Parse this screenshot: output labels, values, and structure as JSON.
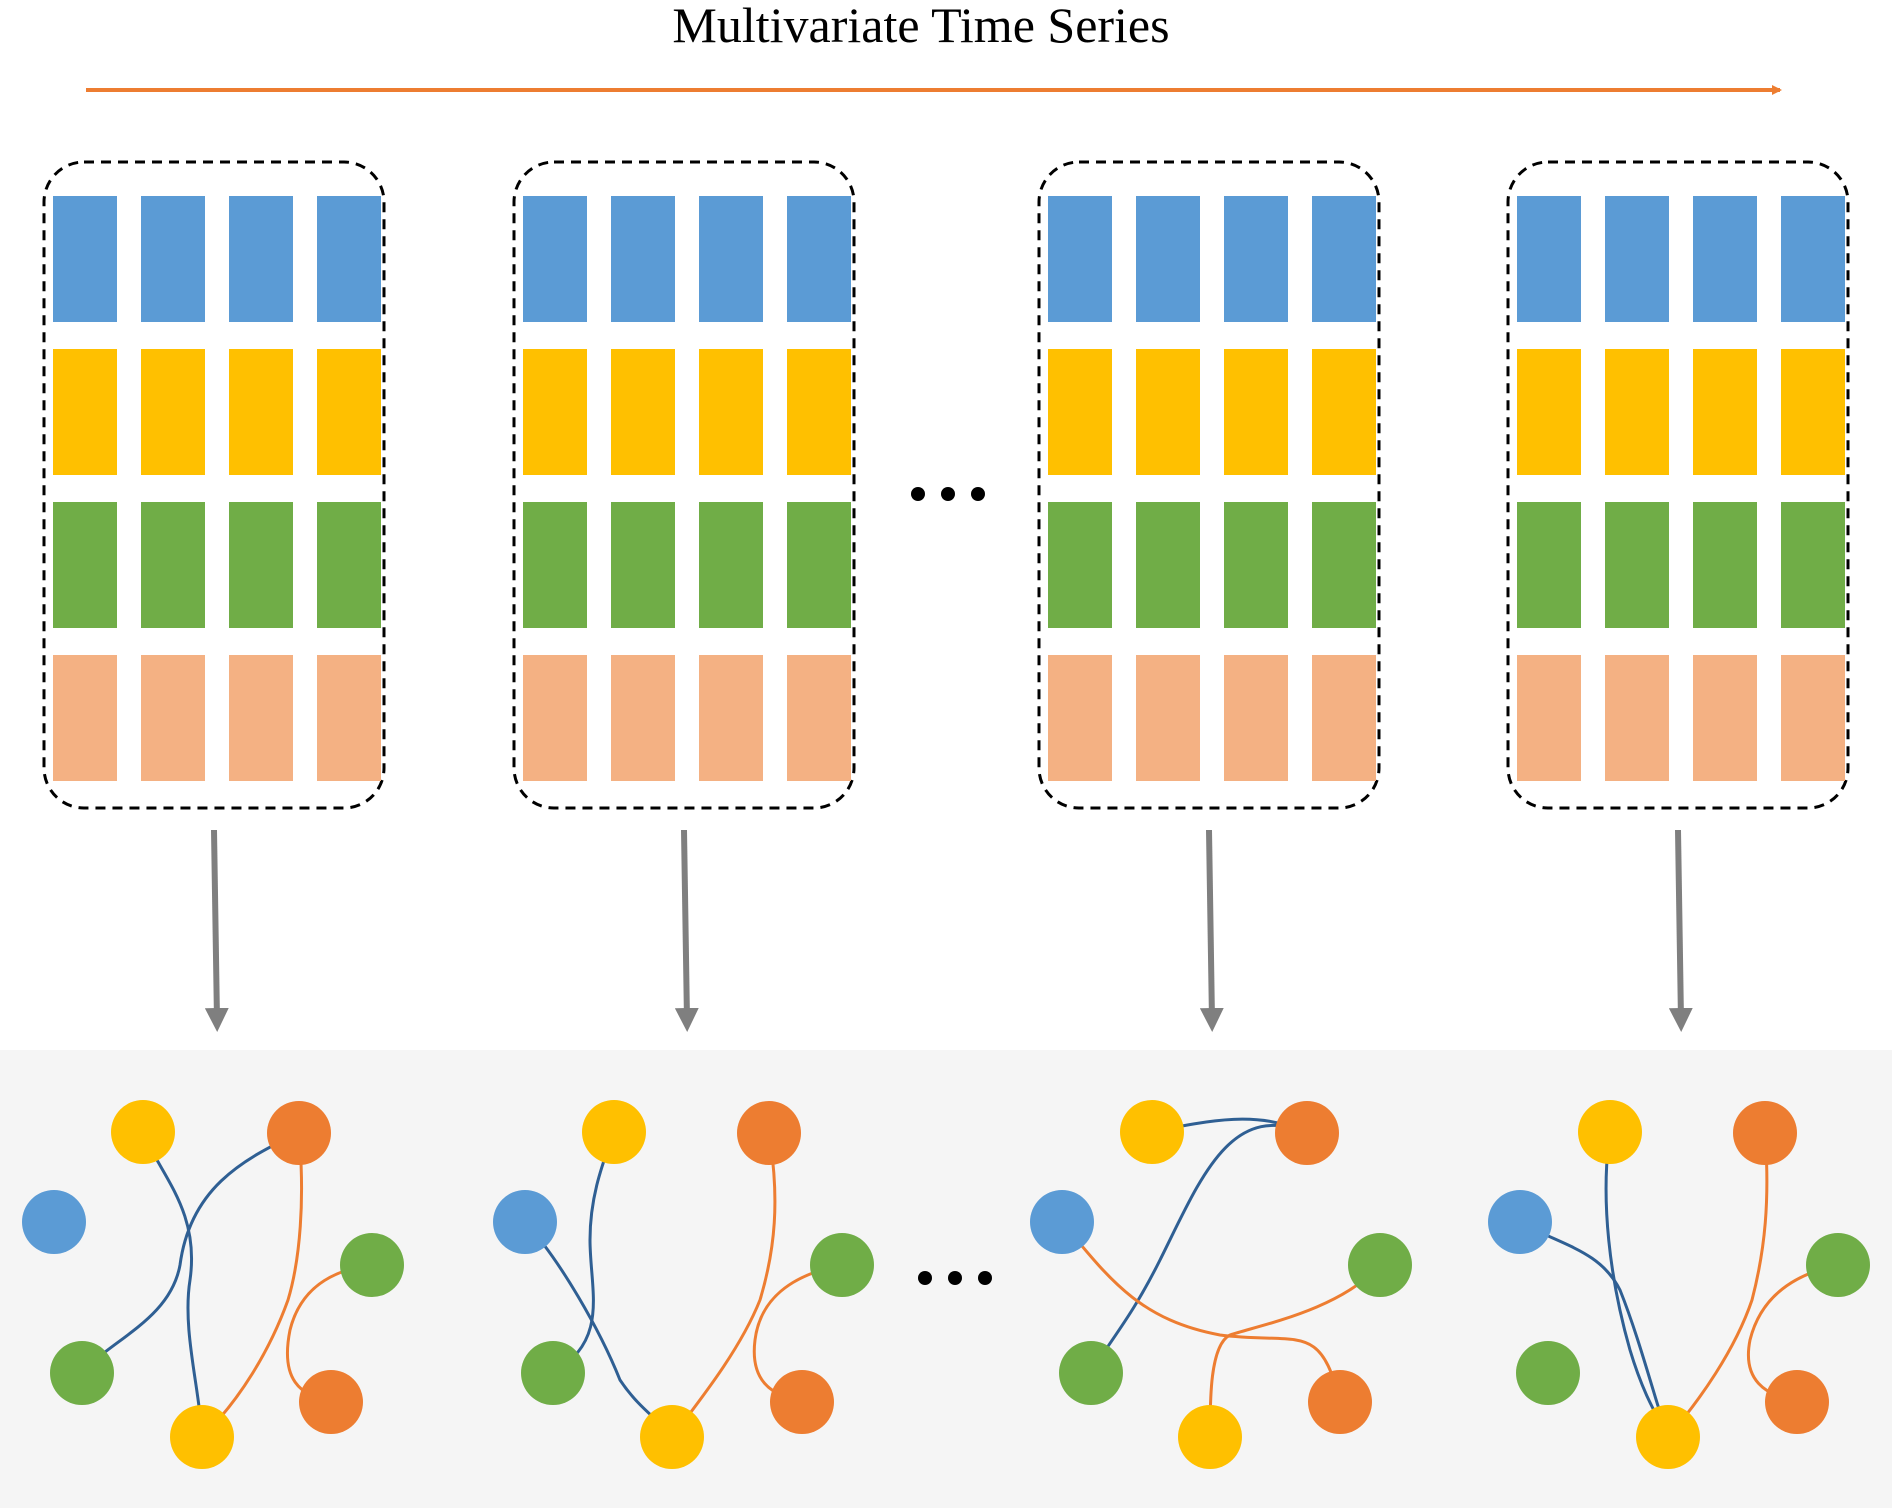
{
  "title": "Multivariate Time Series",
  "ellipsis": "•••",
  "colors": {
    "variables": [
      "#5B9BD5",
      "#FFC000",
      "#70AD47",
      "#F4B183"
    ],
    "time_arrow": "#ED7D31",
    "down_arrow": "#7F7F7F",
    "frame_border": "#000000",
    "graph_background": "#F5F5F5",
    "node_blue": "#5B9BD5",
    "node_yellow": "#FFC000",
    "node_orange": "#ED7D31",
    "node_green": "#70AD47",
    "edge_blue": "#2F5F93",
    "edge_orange": "#ED7D31"
  },
  "windows": [
    {
      "columns": 4,
      "rows": 4
    },
    {
      "columns": 4,
      "rows": 4
    },
    {
      "columns": 4,
      "rows": 4
    },
    {
      "columns": 4,
      "rows": 4
    }
  ],
  "graphs": [
    {
      "nodes": [
        {
          "id": "b1",
          "color": "node_blue"
        },
        {
          "id": "y1",
          "color": "node_yellow"
        },
        {
          "id": "o1",
          "color": "node_orange"
        },
        {
          "id": "g1",
          "color": "node_green"
        },
        {
          "id": "g2",
          "color": "node_green"
        },
        {
          "id": "o2",
          "color": "node_orange"
        },
        {
          "id": "y2",
          "color": "node_yellow"
        }
      ],
      "edges": [
        {
          "from": "o1",
          "to": "g2",
          "color": "edge_blue"
        },
        {
          "from": "y1",
          "to": "y2",
          "color": "edge_blue"
        },
        {
          "from": "o1",
          "to": "y2",
          "color": "edge_orange"
        },
        {
          "from": "g1",
          "to": "o2",
          "color": "edge_orange"
        }
      ]
    },
    {
      "nodes": [
        {
          "id": "b1",
          "color": "node_blue"
        },
        {
          "id": "y1",
          "color": "node_yellow"
        },
        {
          "id": "o1",
          "color": "node_orange"
        },
        {
          "id": "g1",
          "color": "node_green"
        },
        {
          "id": "g2",
          "color": "node_green"
        },
        {
          "id": "o2",
          "color": "node_orange"
        },
        {
          "id": "y2",
          "color": "node_yellow"
        }
      ],
      "edges": [
        {
          "from": "y1",
          "to": "g2",
          "color": "edge_blue"
        },
        {
          "from": "b1",
          "to": "y2",
          "color": "edge_blue"
        },
        {
          "from": "o1",
          "to": "y2",
          "color": "edge_orange"
        },
        {
          "from": "g1",
          "to": "o2",
          "color": "edge_orange"
        }
      ]
    },
    {
      "nodes": [
        {
          "id": "b1",
          "color": "node_blue"
        },
        {
          "id": "y1",
          "color": "node_yellow"
        },
        {
          "id": "o1",
          "color": "node_orange"
        },
        {
          "id": "g1",
          "color": "node_green"
        },
        {
          "id": "g2",
          "color": "node_green"
        },
        {
          "id": "o2",
          "color": "node_orange"
        },
        {
          "id": "y2",
          "color": "node_yellow"
        }
      ],
      "edges": [
        {
          "from": "y1",
          "to": "o1",
          "color": "edge_blue"
        },
        {
          "from": "o1",
          "to": "g2",
          "color": "edge_blue"
        },
        {
          "from": "b1",
          "to": "o2",
          "color": "edge_orange"
        },
        {
          "from": "g1",
          "to": "y2",
          "color": "edge_orange"
        }
      ]
    },
    {
      "nodes": [
        {
          "id": "b1",
          "color": "node_blue"
        },
        {
          "id": "y1",
          "color": "node_yellow"
        },
        {
          "id": "o1",
          "color": "node_orange"
        },
        {
          "id": "g1",
          "color": "node_green"
        },
        {
          "id": "g2",
          "color": "node_green"
        },
        {
          "id": "o2",
          "color": "node_orange"
        },
        {
          "id": "y2",
          "color": "node_yellow"
        }
      ],
      "edges": [
        {
          "from": "b1",
          "to": "y2",
          "color": "edge_blue"
        },
        {
          "from": "y1",
          "to": "y2",
          "color": "edge_blue"
        },
        {
          "from": "o1",
          "to": "y2",
          "color": "edge_orange"
        },
        {
          "from": "g1",
          "to": "o2",
          "color": "edge_orange"
        }
      ]
    }
  ]
}
